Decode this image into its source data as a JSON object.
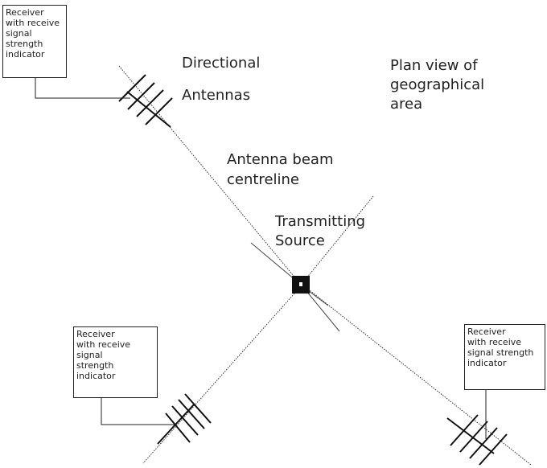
{
  "receivers": {
    "top_left": [
      "Receiver",
      "with receive",
      "signal",
      "strength",
      "indicator"
    ],
    "bottom_left": [
      "Receiver",
      "with receive",
      "signal",
      "strength",
      "indicator"
    ],
    "bottom_right": [
      "Receiver",
      "with receive",
      "signal strength",
      "indicator"
    ]
  },
  "labels": {
    "directional": "Directional",
    "antennas": "Antennas",
    "plan_view": [
      "Plan view of",
      "geographical",
      "area"
    ],
    "beam_centreline": [
      "Antenna beam",
      "centreline"
    ],
    "transmitting_source": [
      "Transmitting",
      "Source"
    ]
  }
}
